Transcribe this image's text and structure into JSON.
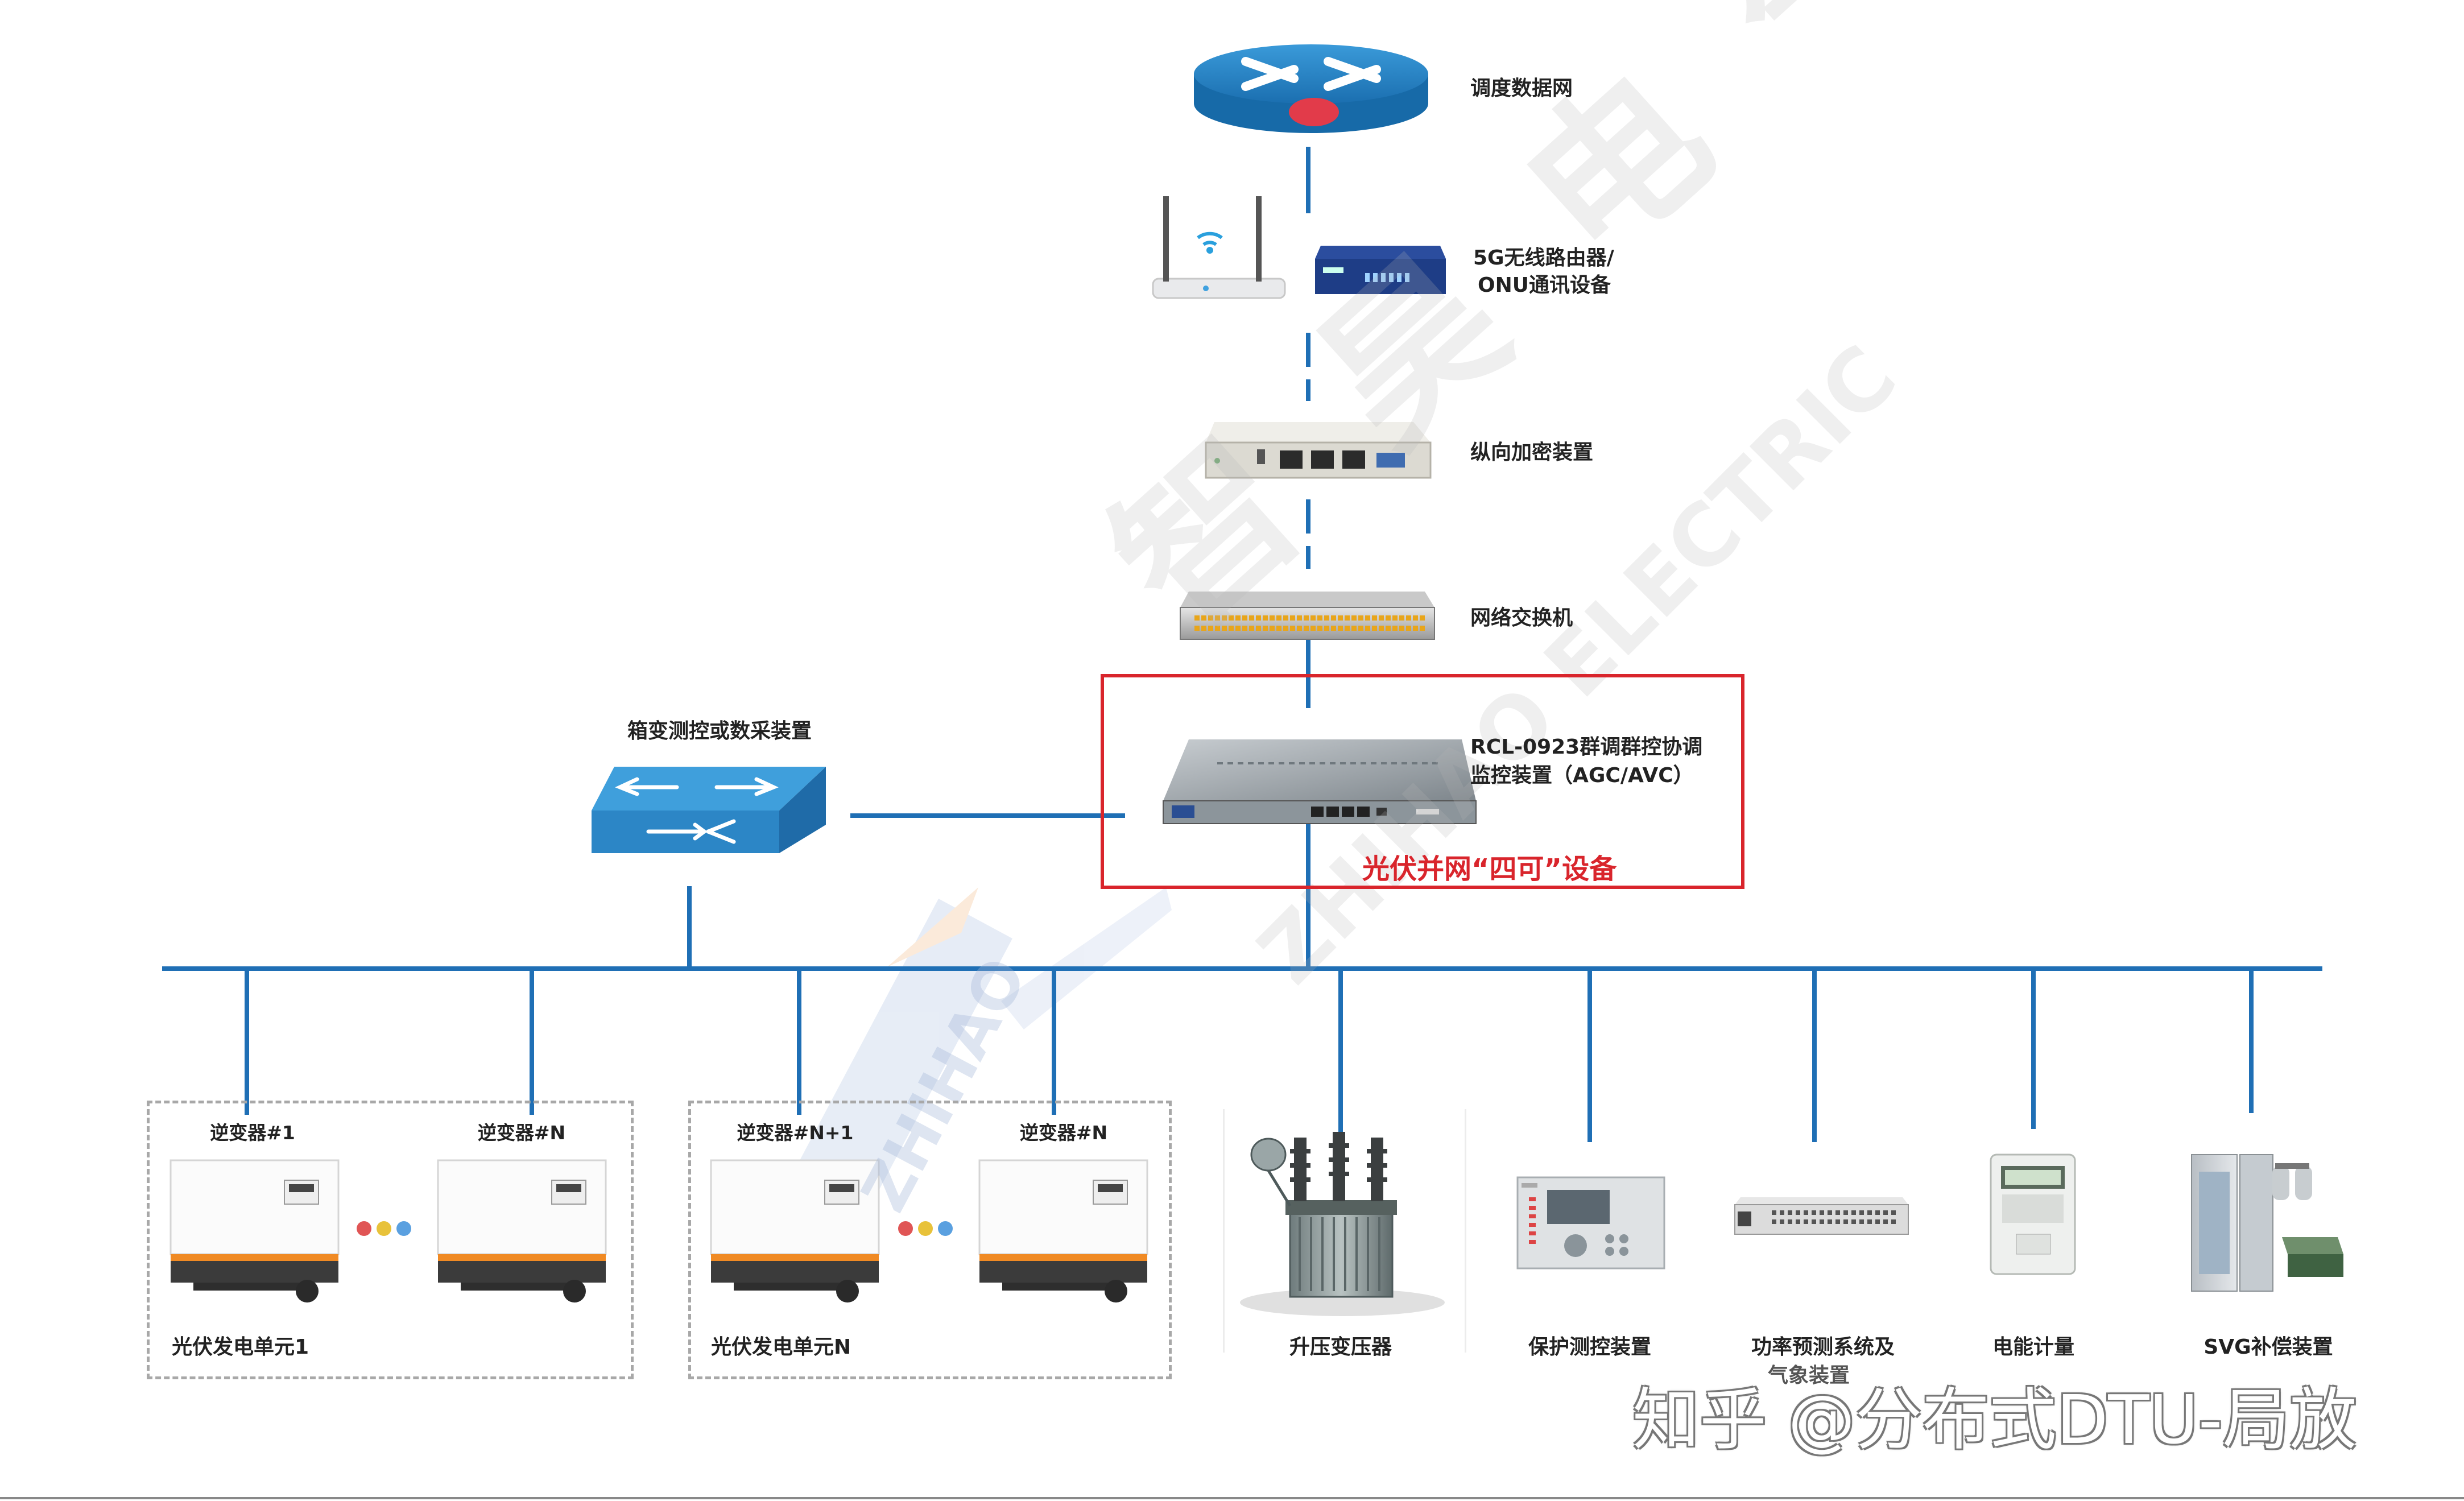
{
  "colors": {
    "line": "#1f6fb5",
    "accent": "#d9252c",
    "group_border": "#a8a8a8"
  },
  "nodes": {
    "dispatch_network": "调度数据网",
    "router_line1": "5G无线路由器/",
    "router_line2": "ONU通讯设备",
    "encryption": "纵向加密装置",
    "switch": "网络交换机",
    "rcl_line1": "RCL-0923群调群控协调",
    "rcl_line2": "监控装置（AGC/AVC）",
    "four_can": "光伏并网“四可”设备",
    "box_transformer": "箱变测控或数采装置"
  },
  "inverters": {
    "inv1": "逆变器#1",
    "invN_a": "逆变器#N",
    "invN1": "逆变器#N+1",
    "invN_b": "逆变器#N"
  },
  "units": {
    "unit1": "光伏发电单元1",
    "unitN": "光伏发电单元N"
  },
  "devices": {
    "transformer": "升压变压器",
    "protection": "保护测控装置",
    "forecast_line1": "功率预测系统及",
    "forecast_line2": "气象装置",
    "meter": "电能计量",
    "svg": "SVG补偿装置"
  },
  "watermarks": {
    "cn": "智 昊 电 气",
    "en": "ZHIHAO ELECTRIC",
    "logo": "ZHIHAO",
    "footer": "知乎 @分布式DTU-局放"
  }
}
